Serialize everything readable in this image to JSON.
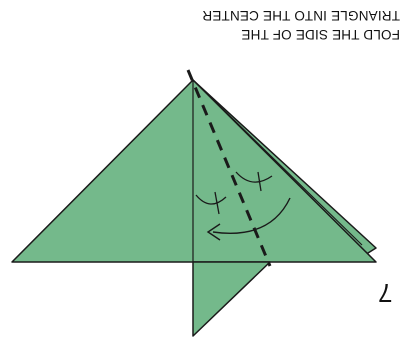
{
  "step_number": "7",
  "instruction": {
    "line1": "FOLD THE SIDE OF THE",
    "line2": "TRIANGLE INTO THE CENTER"
  },
  "colors": {
    "paper": "#74b98b",
    "outline": "#1a1a1a",
    "fold_line": "#1a1a1a",
    "background": "#ffffff"
  }
}
